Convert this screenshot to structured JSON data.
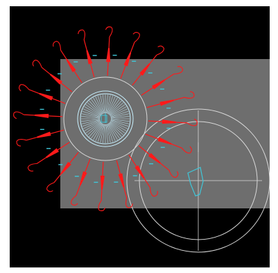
{
  "viewport": {
    "background": "#000000",
    "page_frame_color": "#ffffff"
  },
  "colors": {
    "sheet": "#6e6e6e",
    "circle_lines": "#d9d9d9",
    "tool_entities": "#ff1a1a",
    "labels": "#3fc7d9",
    "profile": "#3fc7d9",
    "hub_spokes": "#c8f1ff"
  },
  "entities": {
    "sheet": {
      "type": "rectangle",
      "icon": "sheet-rectangle"
    },
    "hub": {
      "type": "circle-pattern",
      "spokes": 60
    },
    "tools": {
      "type": "radial-pattern",
      "count": 20,
      "icon": "hook-tool"
    },
    "large_circle": {
      "type": "double-circle",
      "icon": "circle-guide"
    },
    "profile": {
      "type": "polyline",
      "icon": "profile-shape"
    }
  }
}
